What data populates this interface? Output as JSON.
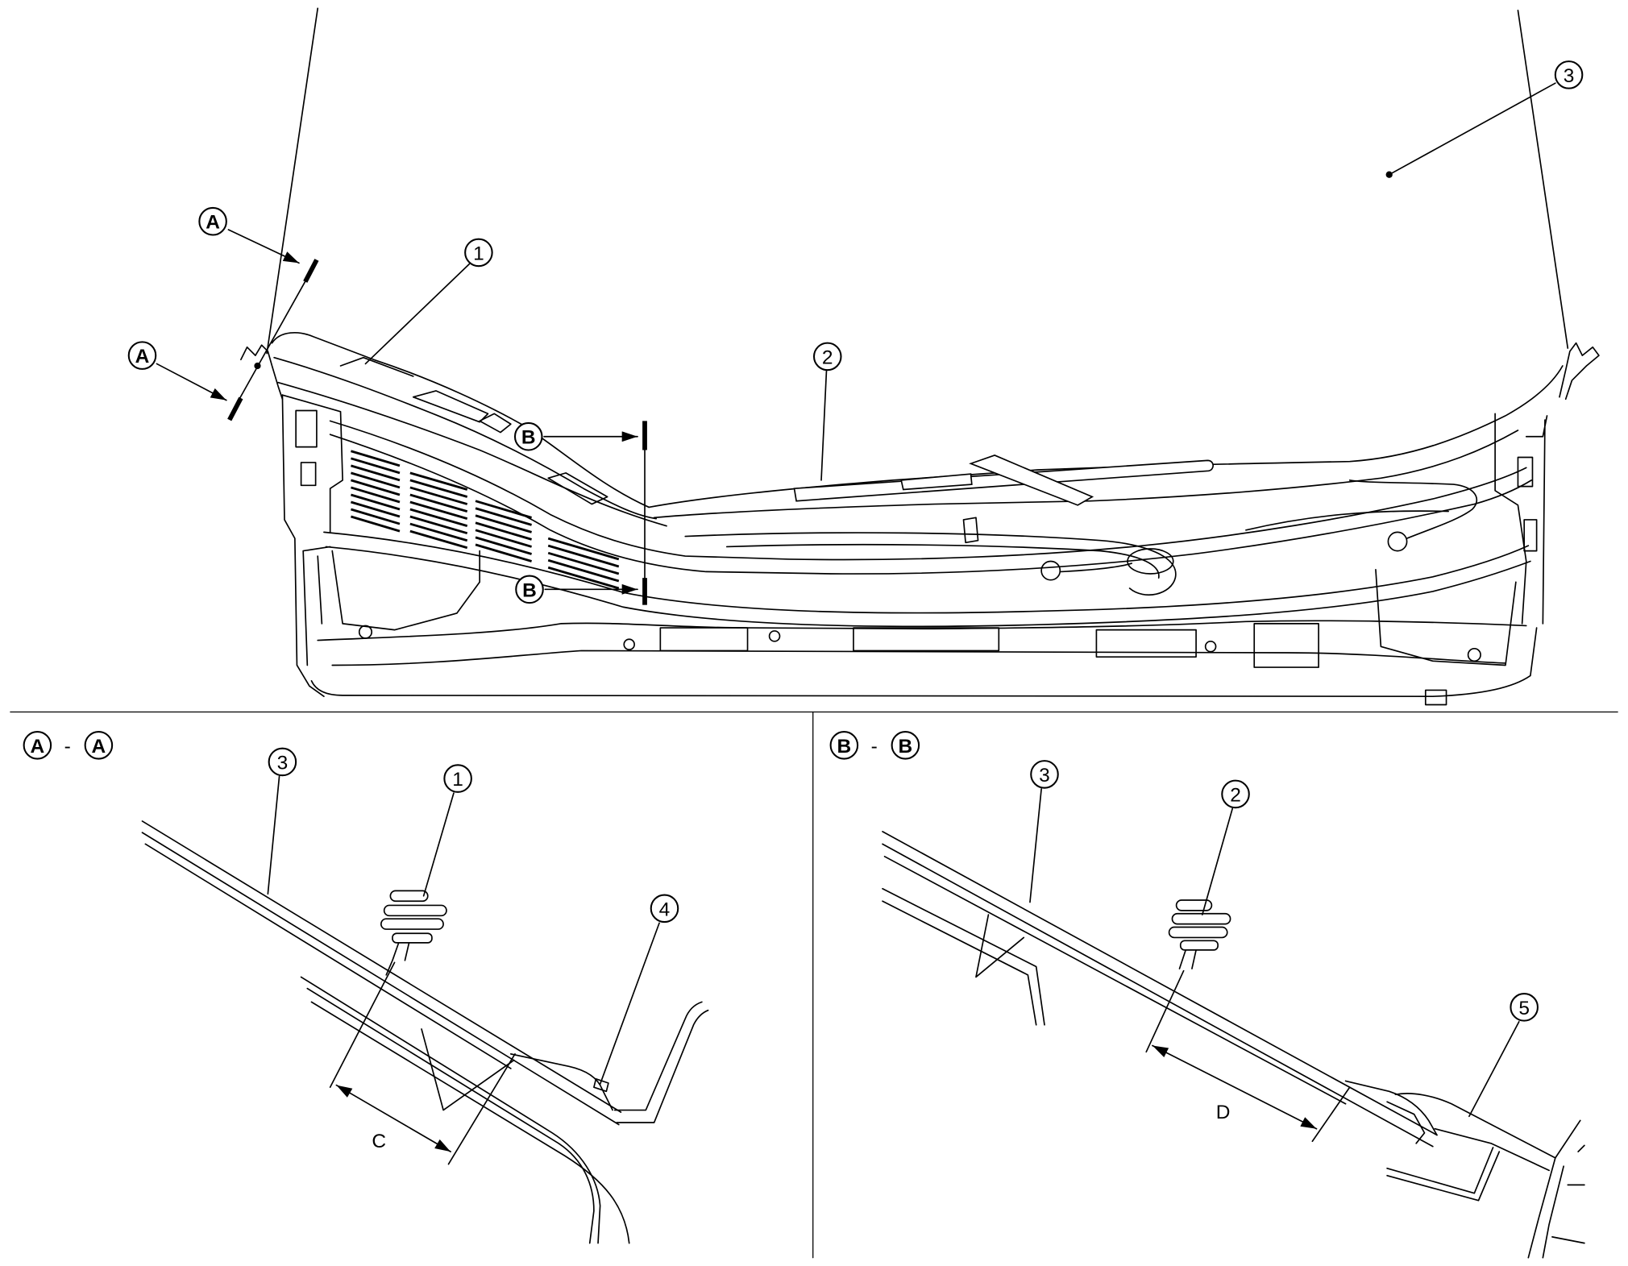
{
  "main_view": {
    "callouts": [
      {
        "label": "1"
      },
      {
        "label": "2"
      },
      {
        "label": "3"
      }
    ],
    "section_cuts": [
      {
        "label": "A"
      },
      {
        "label": "A"
      },
      {
        "label": "B"
      },
      {
        "label": "B"
      }
    ]
  },
  "section_a": {
    "heading": {
      "left": "A",
      "separator": "-",
      "right": "A"
    },
    "callouts": [
      {
        "label": "3"
      },
      {
        "label": "1"
      },
      {
        "label": "4"
      }
    ],
    "dimension_label": "C"
  },
  "section_b": {
    "heading": {
      "left": "B",
      "separator": "-",
      "right": "B"
    },
    "callouts": [
      {
        "label": "3"
      },
      {
        "label": "2"
      },
      {
        "label": "5"
      }
    ],
    "dimension_label": "D"
  }
}
